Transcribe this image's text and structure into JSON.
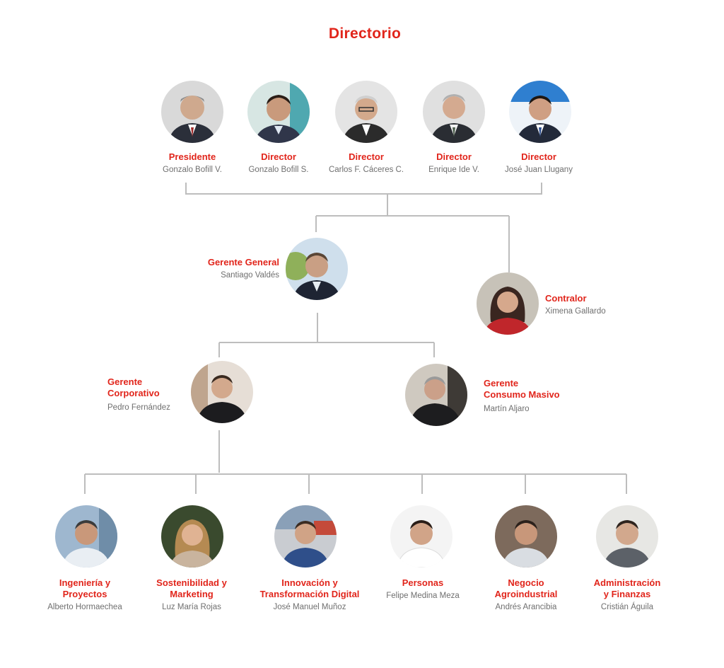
{
  "title": "Directorio",
  "board": [
    {
      "role": "Presidente",
      "name": "Gonzalo Bofill V."
    },
    {
      "role": "Director",
      "name": "Gonzalo Bofill S."
    },
    {
      "role": "Director",
      "name": "Carlos F. Cáceres C."
    },
    {
      "role": "Director",
      "name": "Enrique Ide V."
    },
    {
      "role": "Director",
      "name": "José Juan Llugany"
    }
  ],
  "gerente_general": {
    "role": "Gerente General",
    "name": "Santiago Valdés"
  },
  "contralor": {
    "role": "Contralor",
    "name": "Ximena Gallardo"
  },
  "gerente_corporativo": {
    "role_line1": "Gerente",
    "role_line2": "Corporativo",
    "name": "Pedro Fernández"
  },
  "gerente_consumo": {
    "role_line1": "Gerente",
    "role_line2": "Consumo Masivo",
    "name": "Martín Aljaro"
  },
  "areas": [
    {
      "role_line1": "Ingeniería y",
      "role_line2": "Proyectos",
      "name": "Alberto Hormaechea"
    },
    {
      "role_line1": "Sostenibilidad y",
      "role_line2": "Marketing",
      "name": "Luz María Rojas"
    },
    {
      "role_line1": "Innovación y",
      "role_line2": "Transformación Digital",
      "name": "José Manuel Muñoz"
    },
    {
      "role_line1": "Personas",
      "role_line2": "",
      "name": "Felipe Medina Meza"
    },
    {
      "role_line1": "Negocio",
      "role_line2": "Agroindustrial",
      "name": "Andrés Arancibia"
    },
    {
      "role_line1": "Administración",
      "role_line2": "y Finanzas",
      "name": "Cristián Águila"
    }
  ],
  "colors": {
    "accent": "#e1251b",
    "connector": "#bdbdbd",
    "name_text": "#6f6f6f"
  }
}
